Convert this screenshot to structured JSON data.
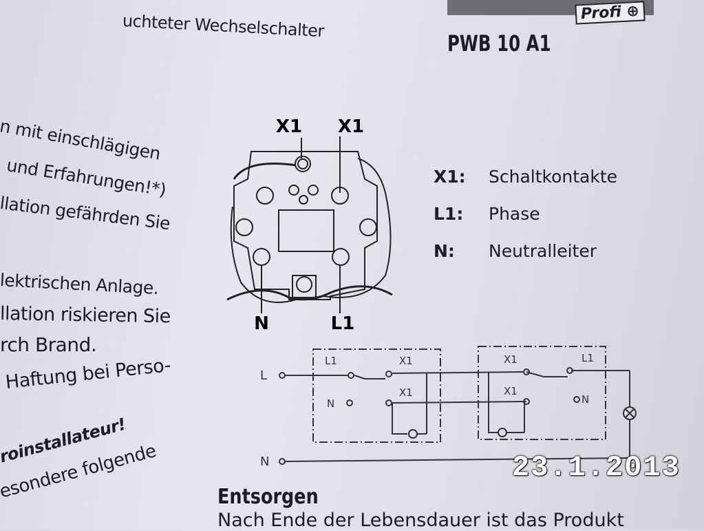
{
  "header": {
    "title_fragment": "uchteter Wechselschalter",
    "brand_sub": "Profi",
    "model": "PWB 10 A1"
  },
  "left_column": [
    "n mit einschlägigen",
    "und Erfahrungen!*)",
    "llation gefährden Sie",
    "lektrischen Anlage.",
    "llation riskieren Sie",
    "rch Brand.",
    "Haftung bei Perso-",
    "roinstallateur!",
    "esondere folgende"
  ],
  "switch_diagram": {
    "top_labels": [
      "X1",
      "X1"
    ],
    "bottom_labels": [
      "N",
      "L1"
    ]
  },
  "legend": [
    {
      "key": "X1:",
      "value": "Schaltkontakte"
    },
    {
      "key": "L1:",
      "value": "Phase"
    },
    {
      "key": "N:",
      "value": "Neutralleiter"
    }
  ],
  "wiring_diagram": {
    "line_L": "L",
    "line_N": "N",
    "left_box": {
      "l1": "L1",
      "x1_top": "X1",
      "n": "N",
      "x1_bottom": "X1"
    },
    "right_box": {
      "x1_top": "X1",
      "l1": "L1",
      "x1_bottom": "X1",
      "n": "N"
    }
  },
  "section": {
    "heading": "Entsorgen",
    "text": "Nach Ende der Lebensdauer ist das Produkt"
  },
  "date_stamp": "23.1.2013"
}
